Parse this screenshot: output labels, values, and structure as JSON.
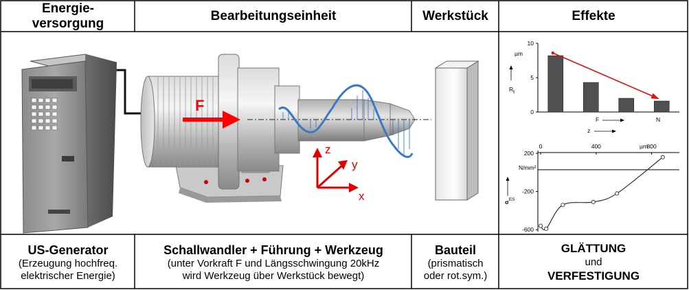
{
  "headers": {
    "energy_line1": "Energie-",
    "energy_line2": "versorgung",
    "processing": "Bearbeitungseinheit",
    "workpiece": "Werkstück",
    "effects": "Effekte"
  },
  "diagram": {
    "force_label": "F",
    "axis_x": "x",
    "axis_y": "y",
    "axis_z": "z"
  },
  "captions": {
    "generator_title": "US-Generator",
    "generator_line1": "(Erzeugung hochfreq.",
    "generator_line2": "elektrischer Energie)",
    "unit_title": "Schallwandler + Führung + Werkzeug",
    "unit_line1": "(unter Vorkraft F und Längsschwingung 20kHz",
    "unit_line2": "wird Werkzeug über Werkstück bewegt)",
    "part_title": "Bauteil",
    "part_line1": "(prismatisch",
    "part_line2": "oder rot.sym.)",
    "effect_line1": "GLÄTTUNG",
    "effect_line2": "und",
    "effect_line3": "VERFESTIGUNG"
  },
  "colors": {
    "border": "#000000",
    "force_arrow": "#ff0000",
    "wave": "#3a78c8",
    "bar": "#505050",
    "trend_arrow": "#e01010",
    "coord_arrows": "#e00000"
  },
  "chart_data": [
    {
      "type": "bar",
      "categories": [
        "",
        "",
        "",
        ""
      ],
      "values": [
        8.2,
        4.3,
        2.0,
        1.6
      ],
      "ylim": [
        0,
        10
      ],
      "yticks": [
        "0",
        "5",
        "10"
      ],
      "ylabel": "R",
      "ylabel_sub": "t",
      "yunit": "µm",
      "xlabel_right": "N",
      "xlabel_f": "F",
      "xlabel_z": "z",
      "annotation": "decreasing trend arrow",
      "grid": false
    },
    {
      "type": "line",
      "x": [
        0,
        40,
        160,
        380,
        550,
        880
      ],
      "y": [
        -560,
        -590,
        -340,
        -310,
        -220,
        160
      ],
      "xlim": [
        -20,
        1000
      ],
      "ylim": [
        -620,
        230
      ],
      "xticks": [
        "0",
        "400",
        "800"
      ],
      "xunit": "µm",
      "yticks": [
        "200",
        "-200",
        "-600"
      ],
      "yunit": "N/mm²",
      "ylabel": "σ",
      "ylabel_sup": "ES",
      "grid": false
    }
  ]
}
